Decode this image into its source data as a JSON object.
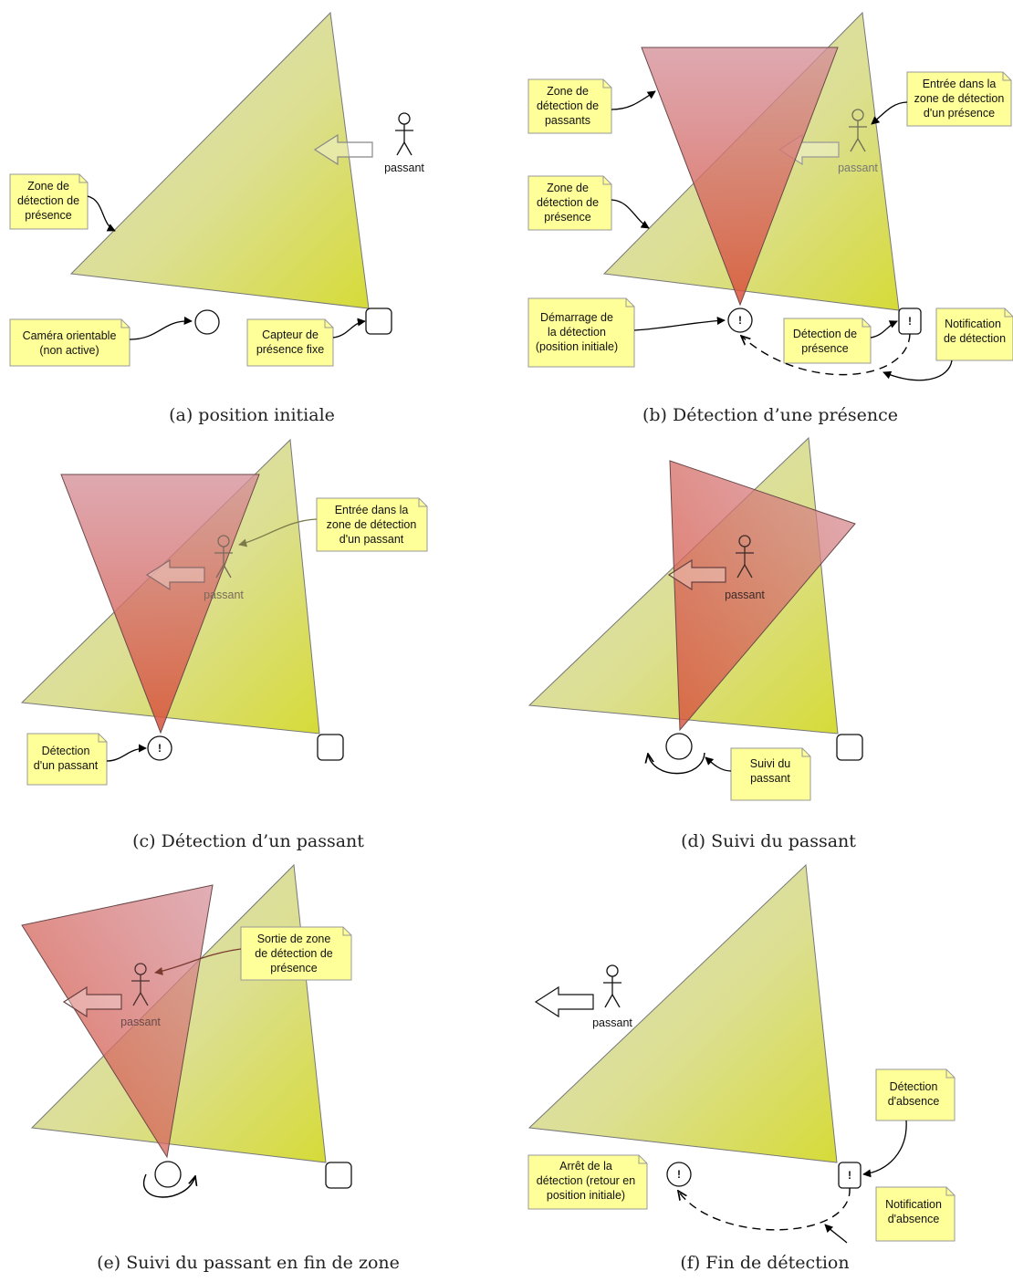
{
  "panels": [
    {
      "caption": "(a) position initiale",
      "notes": [
        [
          "Zone de",
          "détection de",
          "présence"
        ],
        [
          "Caméra orientable",
          "(non active)"
        ],
        [
          "Capteur de",
          "présence fixe"
        ]
      ],
      "actor_label": "passant"
    },
    {
      "caption": "(b) Détection d’une présence",
      "notes": [
        [
          "Zone de",
          "détection de",
          "passants"
        ],
        [
          "Zone de",
          "détection de",
          "présence"
        ],
        [
          "Démarrage de",
          "la détection",
          "(position initiale)"
        ],
        [
          "Détection de",
          "présence"
        ],
        [
          "Entrée dans la",
          "zone de détection",
          "d'un présence"
        ],
        [
          "Notification",
          "de détection"
        ]
      ],
      "actor_label": "passant"
    },
    {
      "caption": "(c) Détection d’un passant",
      "notes": [
        [
          "Entrée dans la",
          "zone de détection",
          "d'un passant"
        ],
        [
          "Détection",
          "d'un passant"
        ]
      ],
      "actor_label": "passant"
    },
    {
      "caption": "(d) Suivi du passant",
      "notes": [
        [
          "Suivi du",
          "passant"
        ]
      ],
      "actor_label": "passant"
    },
    {
      "caption": "(e) Suivi du passant en fin de zone",
      "notes": [
        [
          "Sortie de zone",
          "de détection de",
          "présence"
        ]
      ],
      "actor_label": "passant"
    },
    {
      "caption": "(f) Fin de détection",
      "notes": [
        [
          "Détection",
          "d'absence"
        ],
        [
          "Arrêt de la",
          "détection (retour en",
          "position initiale)"
        ],
        [
          "Notification",
          "d'absence"
        ]
      ],
      "actor_label": "passant"
    }
  ],
  "colors": {
    "presence_zone": "#e0e080",
    "detection_zone": "#d86060",
    "note_fill": "#ffff99"
  },
  "icons": [
    "actor-icon",
    "camera-icon",
    "sensor-icon",
    "arrow-icon"
  ]
}
